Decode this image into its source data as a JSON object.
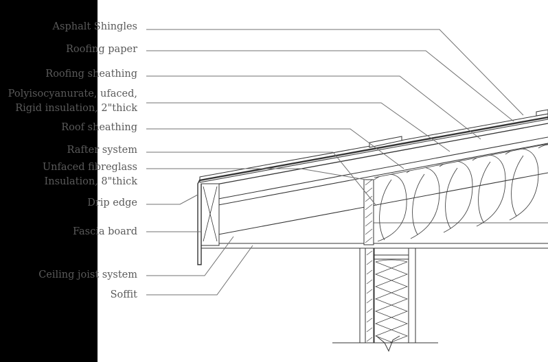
{
  "colors": {
    "background": "#ffffff",
    "band": "#000000",
    "linework": "#333333",
    "leader": "#707070",
    "text": "#5a5a5a"
  },
  "labels": [
    {
      "id": "asphalt-shingles",
      "lines": [
        "Asphalt Shingles"
      ]
    },
    {
      "id": "roofing-paper",
      "lines": [
        "Roofing paper"
      ]
    },
    {
      "id": "roofing-sheathing",
      "lines": [
        "Roofing sheathing"
      ]
    },
    {
      "id": "polyiso-insulation",
      "lines": [
        "Polyisocyanurate, ufaced,",
        "Rigid insulation, 2\"thick"
      ]
    },
    {
      "id": "roof-sheathing",
      "lines": [
        "Roof sheathing"
      ]
    },
    {
      "id": "rafter-system",
      "lines": [
        "Rafter system"
      ]
    },
    {
      "id": "fibreglass-insulation",
      "lines": [
        "Unfaced fibreglass",
        "Insulation, 8\"thick"
      ]
    },
    {
      "id": "drip-edge",
      "lines": [
        "Drip edge"
      ]
    },
    {
      "id": "fascia-board",
      "lines": [
        "Fascia board"
      ]
    },
    {
      "id": "ceiling-joist",
      "lines": [
        "Ceiling joist system"
      ]
    },
    {
      "id": "soffit",
      "lines": [
        "Soffit"
      ]
    }
  ]
}
